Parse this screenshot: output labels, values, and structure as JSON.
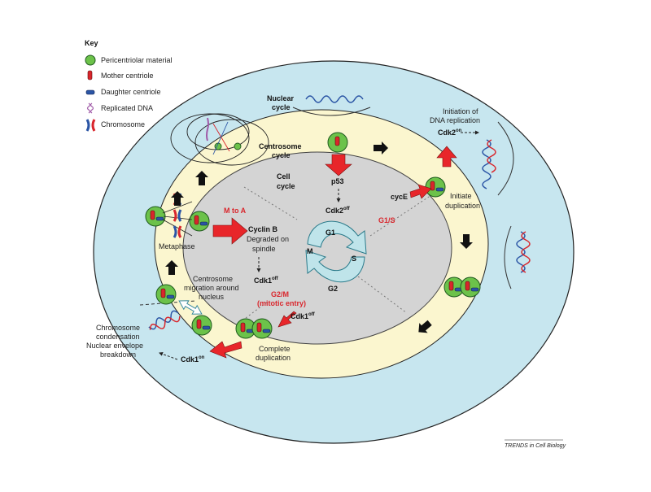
{
  "key": {
    "title": "Key",
    "items": [
      {
        "label": "Pericentriolar material",
        "icon": "pcm-icon"
      },
      {
        "label": "Mother centriole",
        "icon": "mother-centriole-icon"
      },
      {
        "label": "Daughter centriole",
        "icon": "daughter-centriole-icon"
      },
      {
        "label": "Replicated DNA",
        "icon": "replicated-dna-icon"
      },
      {
        "label": "Chromosome",
        "icon": "chromosome-icon"
      }
    ]
  },
  "rings": {
    "nuclear": [
      "Nuclear",
      "cycle"
    ],
    "centrosome": [
      "Centrosome",
      "cycle"
    ],
    "cell": [
      "Cell",
      "cycle"
    ]
  },
  "phases": {
    "g1": "G1",
    "s": "S",
    "g2": "G2",
    "m": "M"
  },
  "labels": {
    "p53": "p53",
    "cdk2off": {
      "base": "Cdk2",
      "sup": "off"
    },
    "cdk2on": {
      "base": "Cdk2",
      "sup": "on"
    },
    "cdk1off_inner": {
      "base": "Cdk1",
      "sup": "off"
    },
    "cdk1off_outer": {
      "base": "Cdk1",
      "sup": "off"
    },
    "cdk1on": {
      "base": "Cdk1",
      "sup": "on"
    },
    "cyce": "cycE",
    "g1s": "G1/S",
    "mtoa": "M to A",
    "cyclinb": [
      "Cyclin B",
      "Degraded on",
      "spindle"
    ],
    "g2m": [
      "G2/M",
      "(mitotic entry)"
    ],
    "init_dna": [
      "Initiation of",
      "DNA replication"
    ],
    "init_dup": [
      "Initiate",
      "duplication"
    ],
    "metaphase": "Metaphase",
    "migration": [
      "Centrosome",
      "migration around",
      "nucleus"
    ],
    "complete": [
      "Complete",
      "duplication"
    ],
    "condensation": [
      "Chromosome",
      "condensation",
      "Nuclear envelope",
      "breakdown"
    ]
  },
  "credit": "TRENDS in Cell Biology",
  "colors": {
    "nuclear_ring": "#c7e6ef",
    "centrosome_ring": "#fbf6cf",
    "cell_core": "#d4d4d4",
    "pcm": "#6cc24a",
    "mother": "#d9262c",
    "daughter": "#2b55a5",
    "arrow_red": "#e8262a",
    "cycle_arrow": "#bfe4ea"
  }
}
